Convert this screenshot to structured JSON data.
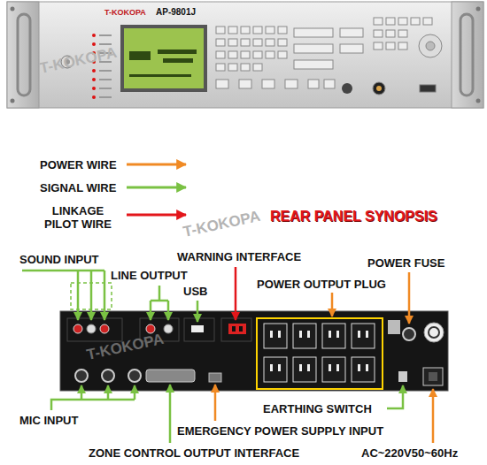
{
  "diagram": {
    "title": "REAR PANEL SYNOPSIS",
    "labels": [
      "T-KOKOPA",
      "AP-9801J",
      "T-KOKOPA",
      "T-KOKOPA",
      "T-KOKOPA",
      "SOUND INPUT",
      "LINE OUTPUT",
      "USB",
      "WARNING INTERFACE",
      "POWER FUSE",
      "POWER OUTPUT PLUG",
      "MIC INPUT",
      "EARTHING SWITCH",
      "EMERGENCY POWER SUPPLY INPUT",
      "ZONE CONTROL OUTPUT INTERFACE",
      "AC~220V50~60Hz"
    ],
    "legend": [
      {
        "text": "POWER WIRE"
      },
      {
        "text": "SIGNAL WIRE"
      },
      {
        "text": "LINKAGE PILOT WIRE"
      }
    ]
  }
}
